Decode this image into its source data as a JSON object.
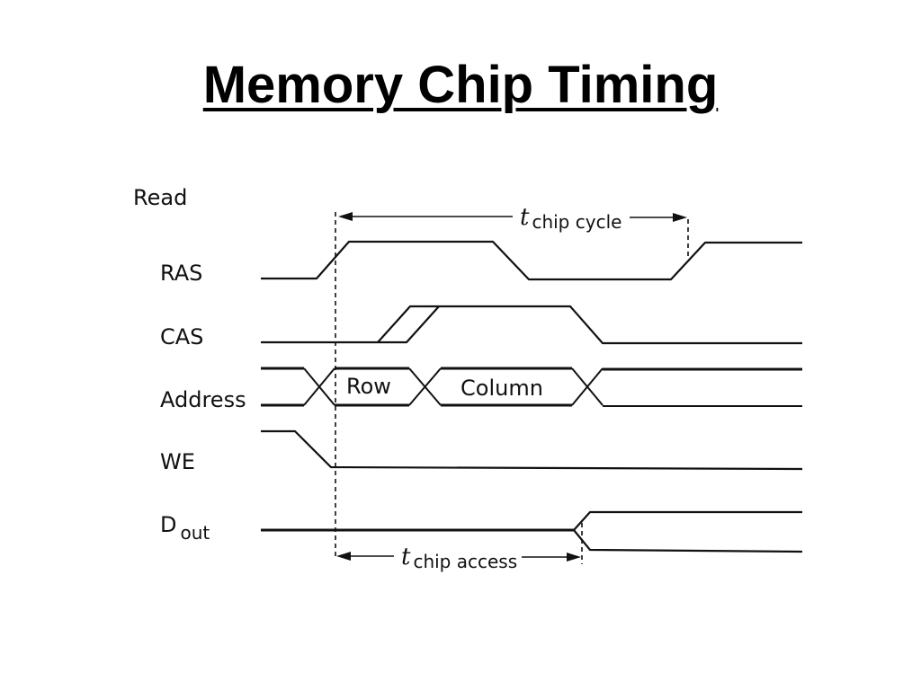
{
  "title": "Memory Chip Timing",
  "diagram": {
    "mode_label": "Read",
    "signals": {
      "ras": "RAS",
      "cas": "CAS",
      "address": "Address",
      "we": "WE",
      "dout_main": "D",
      "dout_sub": "out"
    },
    "address_fields": {
      "row": "Row",
      "column": "Column"
    },
    "timing": {
      "cycle_t": "t",
      "cycle_sub": "chip cycle",
      "access_t": "t",
      "access_sub": "chip access"
    }
  }
}
